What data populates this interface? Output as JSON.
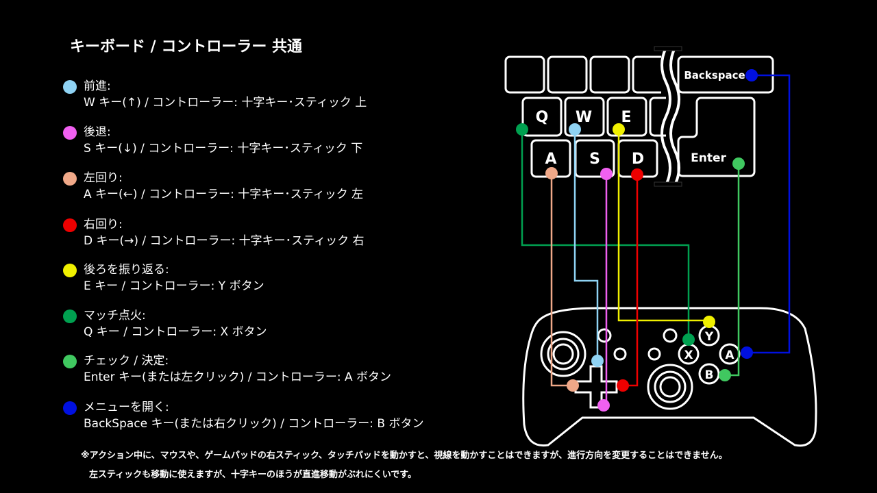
{
  "title": "キーボード / コントローラー 共通",
  "items": [
    {
      "label": "前進:",
      "desc": "W キー(↑) / コントローラー:  十字キー･スティック 上",
      "color": "#8fd3f4"
    },
    {
      "label": "後退:",
      "desc": "S キー(↓) / コントローラー:  十字キー･スティック 下",
      "color": "#f060f0"
    },
    {
      "label": "左回り:",
      "desc": "A キー(←) / コントローラー:  十字キー･スティック 左",
      "color": "#f0a888"
    },
    {
      "label": "右回り:",
      "desc": "D キー(→) / コントローラー:  十字キー･スティック 右",
      "color": "#ee0000"
    },
    {
      "label": "後ろを振り返る:",
      "desc": "E キー / コントローラー:  Y ボタン",
      "color": "#f0f000"
    },
    {
      "label": "マッチ点火:",
      "desc": "Q キー / コントローラー:  X ボタン",
      "color": "#00a050"
    },
    {
      "label": "チェック / 決定:",
      "desc": "Enter キー(または左クリック) / コントローラー:  A ボタン",
      "color": "#40c860"
    },
    {
      "label": "メニューを開く:",
      "desc": "BackSpace キー(または右クリック) / コントローラー:  B ボタン",
      "color": "#0010e0"
    }
  ],
  "keys": {
    "q": "Q",
    "w": "W",
    "e": "E",
    "a": "A",
    "s": "S",
    "d": "D",
    "backspace": "Backspace",
    "enter": "Enter"
  },
  "buttons": {
    "y": "Y",
    "x": "X",
    "a": "A",
    "b": "B"
  },
  "notes": [
    "※アクション中に、マウスや、ゲームパッドの右スティック、タッチパッドを動かすと、視線を動かすことはできますが、進行方向を変更することはできません。",
    "左スティックも移動に使えますが、十字キーのほうが直進移動がぶれにくいです。"
  ]
}
